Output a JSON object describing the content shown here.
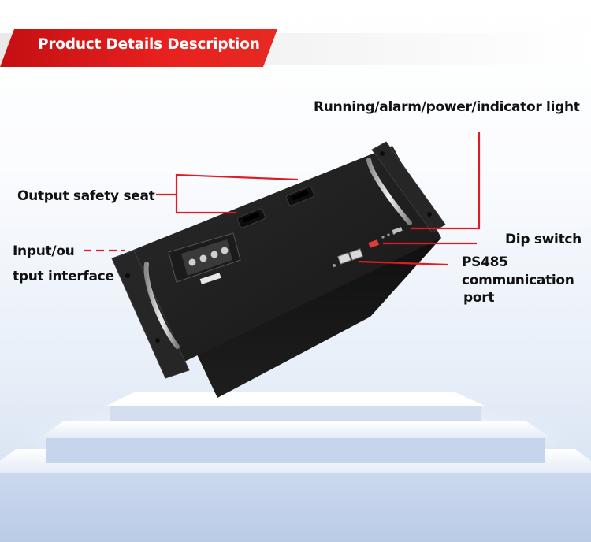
{
  "banner": {
    "title": "Product Details Description"
  },
  "callouts": {
    "running_indicator": "Running/alarm/power/indicator light",
    "output_safety_seat": "Output safety seat",
    "input_output_line1": "Input/ou",
    "input_output_line2": "tput interface",
    "dip_switch": "Dip switch",
    "ps485_line1": "PS485",
    "ps485_line2": "communication",
    "ps485_line3": "port"
  },
  "colors": {
    "accent_red": "#e2231f",
    "leader_red": "#e01b24",
    "device_black": "#1c1c1c"
  }
}
